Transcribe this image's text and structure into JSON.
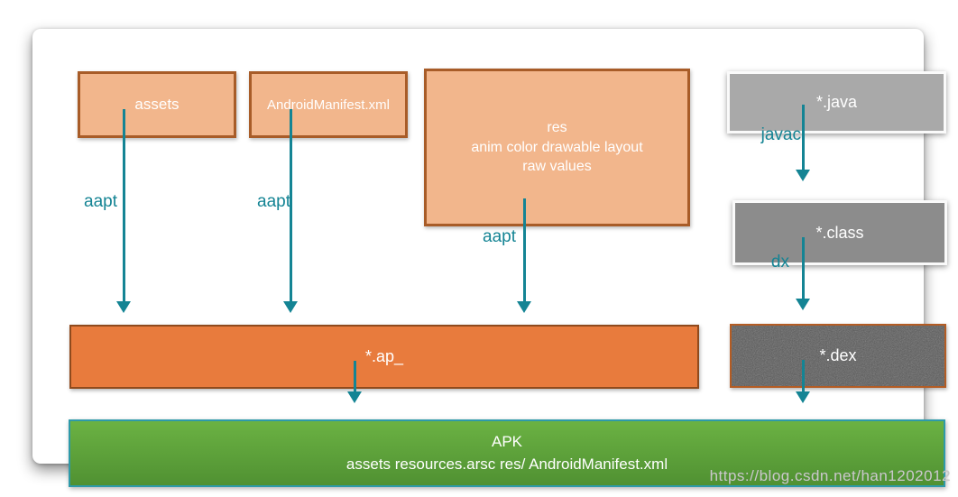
{
  "diagram": {
    "nodes": {
      "assets": {
        "label": "assets"
      },
      "manifest": {
        "label": "AndroidManifest.xml"
      },
      "res": {
        "line1": "res",
        "line2": "anim color drawable layout",
        "line3": "raw values"
      },
      "java": {
        "label": "*.java"
      },
      "class_file": {
        "label": "*.class"
      },
      "ap": {
        "label": "*.ap_"
      },
      "dex": {
        "label": "*.dex"
      },
      "apk": {
        "line1": "APK",
        "line2": "assets resources.arsc res/ AndroidManifest.xml"
      }
    },
    "edge_labels": {
      "aapt_assets": "aapt",
      "aapt_manifest": "aapt",
      "aapt_res": "aapt",
      "javac": "javac",
      "dx": "dx"
    },
    "colors": {
      "light_orange": "#f2b68c",
      "light_orange_border": "#a85c28",
      "orange": "#e87b3d",
      "orange_border": "#8f4a1d",
      "gray_light": "#a9a9a9",
      "gray_dark": "#8c8c8c",
      "dex_gray": "#575757",
      "dex_border": "#b35c24",
      "green_top": "#6bb243",
      "green_bottom": "#509132",
      "green_border": "#2e9aaa",
      "teal": "#148494"
    }
  },
  "watermark": "https://blog.csdn.net/han1202012"
}
